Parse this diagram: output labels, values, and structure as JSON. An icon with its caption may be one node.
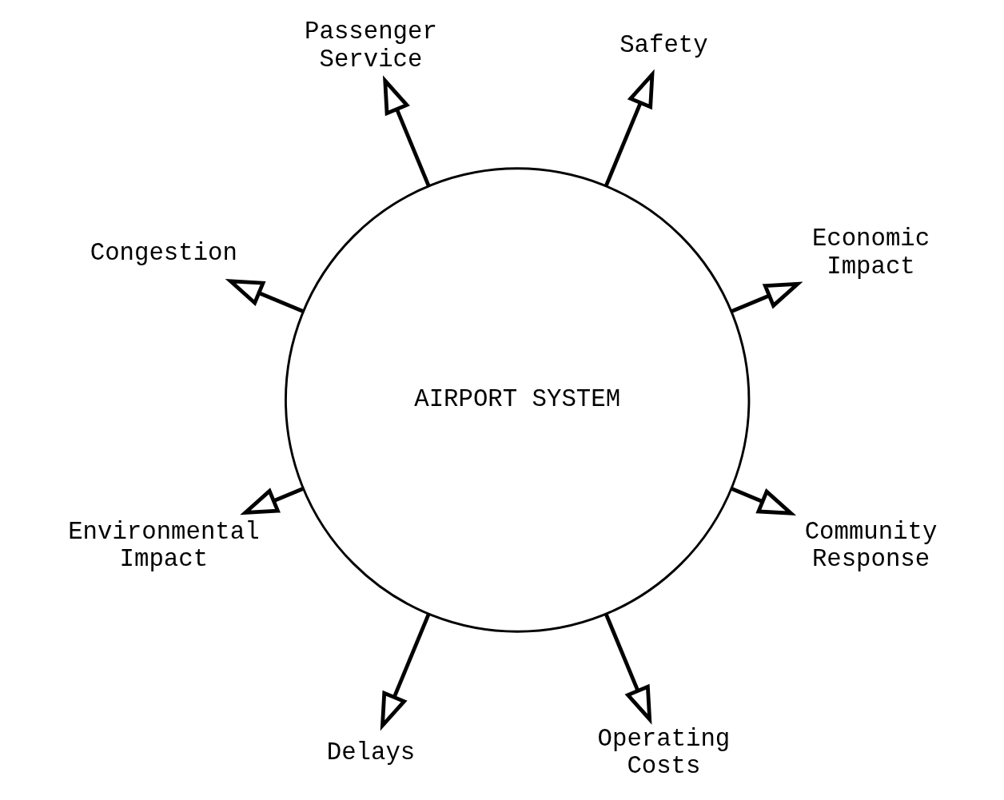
{
  "diagram": {
    "nodes": [
      {
        "text": [
          "AIRPORT SYSTEM"
        ]
      },
      {
        "text": [
          "Economic Impact"
        ]
      },
      {
        "text": [
          "Safety"
        ]
      },
      {
        "text": [
          "Passenger Service"
        ]
      },
      {
        "text": [
          "Congestion"
        ]
      },
      {
        "text": [
          "Environmental Impact"
        ]
      },
      {
        "text": [
          "Delays"
        ]
      },
      {
        "text": [
          "Operating Costs"
        ]
      },
      {
        "text": [
          "Community Response"
        ]
      }
    ],
    "edges": [
      {
        "from": 0,
        "to": 1,
        "arrow": "to"
      },
      {
        "from": 0,
        "to": 2,
        "arrow": "to"
      },
      {
        "from": 0,
        "to": 3,
        "arrow": "to"
      },
      {
        "from": 0,
        "to": 4,
        "arrow": "to"
      },
      {
        "from": 0,
        "to": 5,
        "arrow": "to"
      },
      {
        "from": 0,
        "to": 6,
        "arrow": "to"
      },
      {
        "from": 0,
        "to": 7,
        "arrow": "to"
      },
      {
        "from": 0,
        "to": 8,
        "arrow": "to"
      }
    ]
  }
}
